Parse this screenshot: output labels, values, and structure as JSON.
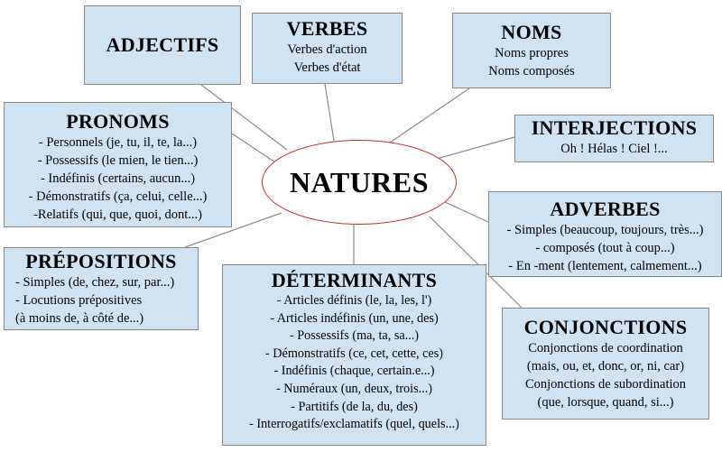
{
  "center": {
    "label": "NATURES"
  },
  "adjectifs": {
    "title": "ADJECTIFS"
  },
  "verbes": {
    "title": "VERBES",
    "lines": [
      "Verbes d'action",
      "Verbes d'état"
    ]
  },
  "noms": {
    "title": "NOMS",
    "lines": [
      "Noms propres",
      "Noms composés"
    ]
  },
  "pronoms": {
    "title": "PRONOMS",
    "lines": [
      "- Personnels (je, tu, il, te, la...)",
      "- Possessifs (le mien, le tien...)",
      "- Indéfinis (certains, aucun...)",
      "- Démonstratifs (ça, celui, celle...)",
      "-Relatifs (qui, que, quoi, dont...)"
    ]
  },
  "interjections": {
    "title": "INTERJECTIONS",
    "lines": [
      "Oh ! Hélas ! Ciel !..."
    ]
  },
  "adverbes": {
    "title": "ADVERBES",
    "lines": [
      "- Simples (beaucoup, toujours, très...)",
      "- composés (tout à coup...)",
      "- En -ment (lentement, calmement...)"
    ]
  },
  "prepositions": {
    "title": "PRÉPOSITIONS",
    "lines": [
      "- Simples (de, chez, sur, par...)",
      "- Locutions prépositives",
      "(à moins de, à côté de...)"
    ]
  },
  "determinants": {
    "title": "DÉTERMINANTS",
    "lines": [
      "- Articles définis (le, la, les, l')",
      "- Articles indéfinis (un, une, des)",
      "- Possessifs (ma, ta, sa...)",
      "- Démonstratifs (ce, cet, cette, ces)",
      "- Indéfinis (chaque, certain.e...)",
      "- Numéraux (un, deux, trois...)",
      "- Partitifs (de la, du, des)",
      "- Interrogatifs/exclamatifs (quel, quels...)"
    ]
  },
  "conjonctions": {
    "title": "CONJONCTIONS",
    "lines": [
      "Conjonctions de coordination",
      "(mais, ou, et, donc, or, ni, car)",
      "Conjonctions de subordination",
      "(que, lorsque, quand, si...)"
    ]
  },
  "colors": {
    "box_fill": "#cfe3f3",
    "box_border": "#8a8a8a",
    "ellipse_border": "#c8282a",
    "connector": "#8a8a8a"
  }
}
